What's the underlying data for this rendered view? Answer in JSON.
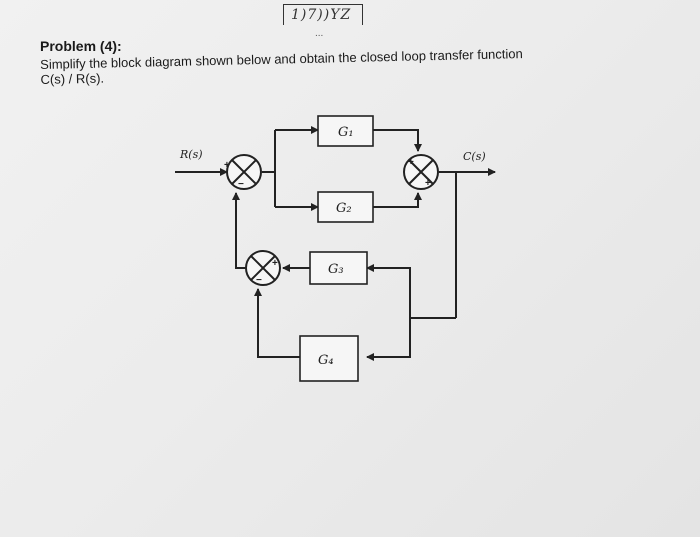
{
  "header": {
    "handwritten_note": "1)7))YZ",
    "dots": "..."
  },
  "problem": {
    "title": "Problem (4):",
    "statement_line1": "Simplify the block diagram shown below and obtain the closed loop transfer function",
    "statement_line2": "C(s) / R(s)."
  },
  "diagram": {
    "input_label": "R(s)",
    "output_label": "C(s)",
    "blocks": [
      {
        "name": "G1",
        "label": "G₁"
      },
      {
        "name": "G2",
        "label": "G₂"
      },
      {
        "name": "G3",
        "label": "G₃"
      },
      {
        "name": "G4",
        "label": "G₄"
      }
    ],
    "summing_junctions": [
      {
        "name": "input-summer",
        "signs": [
          "+",
          "−"
        ]
      },
      {
        "name": "output-summer",
        "signs": [
          "+",
          "+"
        ]
      },
      {
        "name": "feedback-summer",
        "signs": [
          "+",
          "−"
        ]
      }
    ]
  }
}
